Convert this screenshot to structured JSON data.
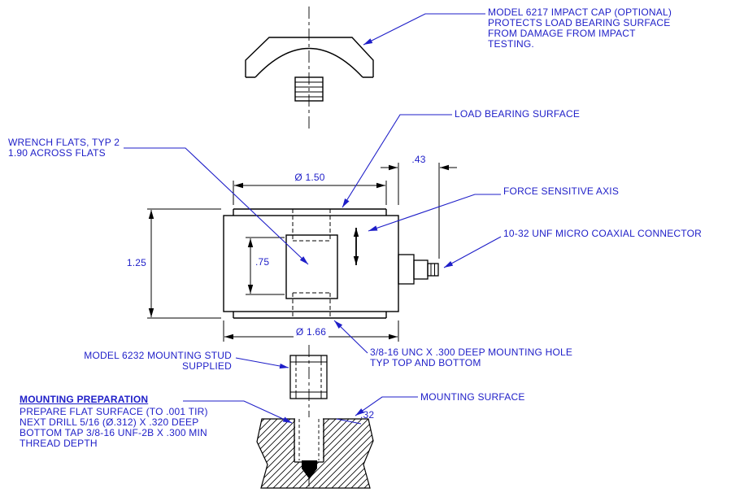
{
  "colors": {
    "text": "#1e1ec8",
    "line": "#000000",
    "leader": "#1e1ec8"
  },
  "labels": {
    "impact_cap_note": "MODEL 6217 IMPACT CAP (OPTIONAL)\nPROTECTS LOAD BEARING SURFACE\nFROM DAMAGE FROM IMPACT\nTESTING.",
    "load_bearing_surface": "LOAD BEARING SURFACE",
    "wrench_flats": "WRENCH FLATS, TYP 2\n1.90 ACROSS FLATS",
    "force_sensitive_axis": "FORCE SENSITIVE AXIS",
    "coaxial_connector": "10-32 UNF MICRO COAXIAL CONNECTOR",
    "mounting_stud": "MODEL 6232 MOUNTING STUD\nSUPPLIED",
    "mounting_hole": "3/8-16 UNC X .300 DEEP MOUNTING HOLE\nTYP TOP AND BOTTOM",
    "mounting_surface": "MOUNTING SURFACE",
    "mounting_prep_title": "MOUNTING PREPARATION",
    "mounting_prep_body": "PREPARE FLAT SURFACE (TO .001 TIR)\nNEXT DRILL 5/16 (Ø.312) X .320 DEEP\nBOTTOM TAP 3/8-16 UNF-2B X .300 MIN\nTHREAD DEPTH"
  },
  "dims": {
    "dia_load_surface": "Ø 1.50",
    "connector_length": ".43",
    "body_height": "1.25",
    "bore_depth": ".75",
    "dia_body": "Ø 1.66",
    "hole_chamfer": ".32"
  }
}
